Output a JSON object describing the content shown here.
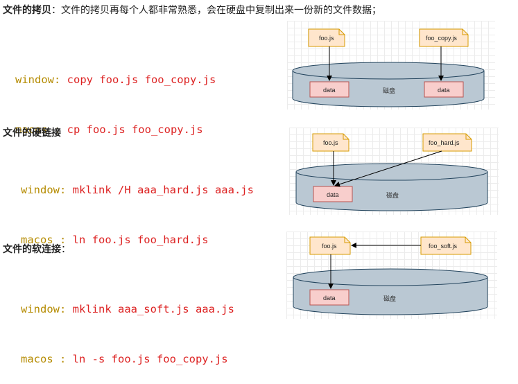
{
  "copy": {
    "heading_bold": "文件的拷贝",
    "heading_rest": "：文件的拷贝再每个人都非常熟悉，会在硬盘中复制出来一份新的文件数据；",
    "line1_kw": "window:",
    "line1_val": " copy foo.js foo_copy.js",
    "line2_kw": "macos :",
    "line2_val": " cp foo.js foo_copy.js",
    "diagram": {
      "file_a": "foo.js",
      "file_b": "foo_copy.js",
      "data_a": "data",
      "data_b": "data",
      "disk": "磁盘"
    }
  },
  "hard": {
    "heading_bold": "文件的硬链接",
    "line1_kw": "window:",
    "line1_val": " mklink /H aaa_hard.js aaa.js",
    "line2_kw": "macos :",
    "line2_val": " ln foo.js foo_hard.js",
    "diagram": {
      "file_a": "foo.js",
      "file_b": "foo_hard.js",
      "data": "data",
      "disk": "磁盘"
    }
  },
  "soft": {
    "heading_bold": "文件的软连接",
    "heading_rest": "：",
    "line1_kw": "window:",
    "line1_val": " mklink aaa_soft.js aaa.js",
    "line2_kw": "macos :",
    "line2_val": " ln -s foo.js foo_copy.js",
    "diagram": {
      "file_a": "foo.js",
      "file_b": "foo_soft.js",
      "data": "data",
      "disk": "磁盘"
    }
  },
  "colors": {
    "note_fill": "#ffe6cc",
    "note_stroke": "#d79b00",
    "data_fill": "#f8cecc",
    "data_stroke": "#b85450",
    "disk_fill": "#bac8d3",
    "disk_stroke": "#23445d"
  }
}
